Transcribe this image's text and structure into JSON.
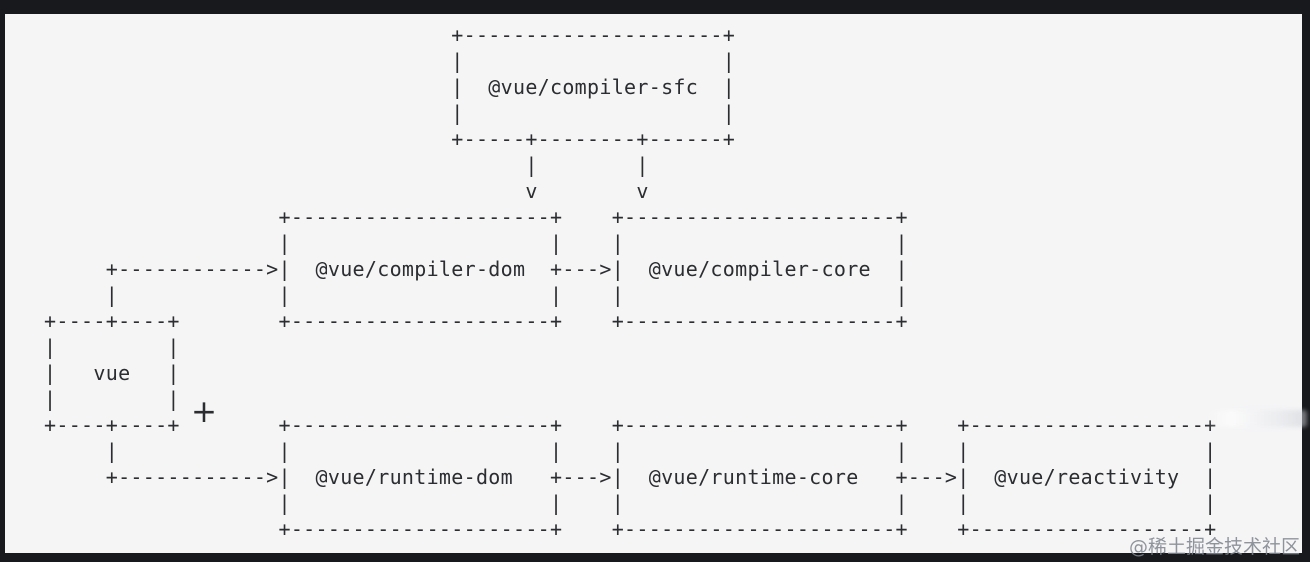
{
  "diagram": {
    "ascii": "                                    +---------------------+\n                                    |                     |\n                                    |  @vue/compiler-sfc  |\n                                    |                     |\n                                    +-----+--------+------+\n                                          |        |\n                                          v        v\n                      +---------------------+    +----------------------+\n                      |                     |    |                      |\n        +------------>|  @vue/compiler-dom  +--->|  @vue/compiler-core  |\n        |             |                     |    |                      |\n   +----+----+        +---------------------+    +----------------------+\n   |         |\n   |   vue   |\n   |         |\n   +----+----+        +---------------------+    +----------------------+    +-------------------+\n        |             |                     |    |                      |    |                   |\n        +------------>|  @vue/runtime-dom   +--->|  @vue/runtime-core   +--->|  @vue/reactivity  |\n                      |                     |    |                      |    |                   |\n                      +---------------------+    +----------------------+    +-------------------+",
    "nodes": [
      "@vue/compiler-sfc",
      "@vue/compiler-dom",
      "@vue/compiler-core",
      "vue",
      "@vue/runtime-dom",
      "@vue/runtime-core",
      "@vue/reactivity"
    ],
    "edges": [
      {
        "from": "@vue/compiler-sfc",
        "to": "@vue/compiler-dom"
      },
      {
        "from": "@vue/compiler-sfc",
        "to": "@vue/compiler-core"
      },
      {
        "from": "vue",
        "to": "@vue/compiler-dom"
      },
      {
        "from": "@vue/compiler-dom",
        "to": "@vue/compiler-core"
      },
      {
        "from": "vue",
        "to": "@vue/runtime-dom"
      },
      {
        "from": "@vue/runtime-dom",
        "to": "@vue/runtime-core"
      },
      {
        "from": "@vue/runtime-core",
        "to": "@vue/reactivity"
      }
    ]
  },
  "annotations": {
    "plus_symbol": "+"
  },
  "watermark": {
    "text": "@稀土掘金技术社区"
  },
  "colors": {
    "frame": "#17191c",
    "canvas_bg": "#f5f5f6",
    "ascii_text": "#2b2d30",
    "watermark_text": "#80858f"
  }
}
